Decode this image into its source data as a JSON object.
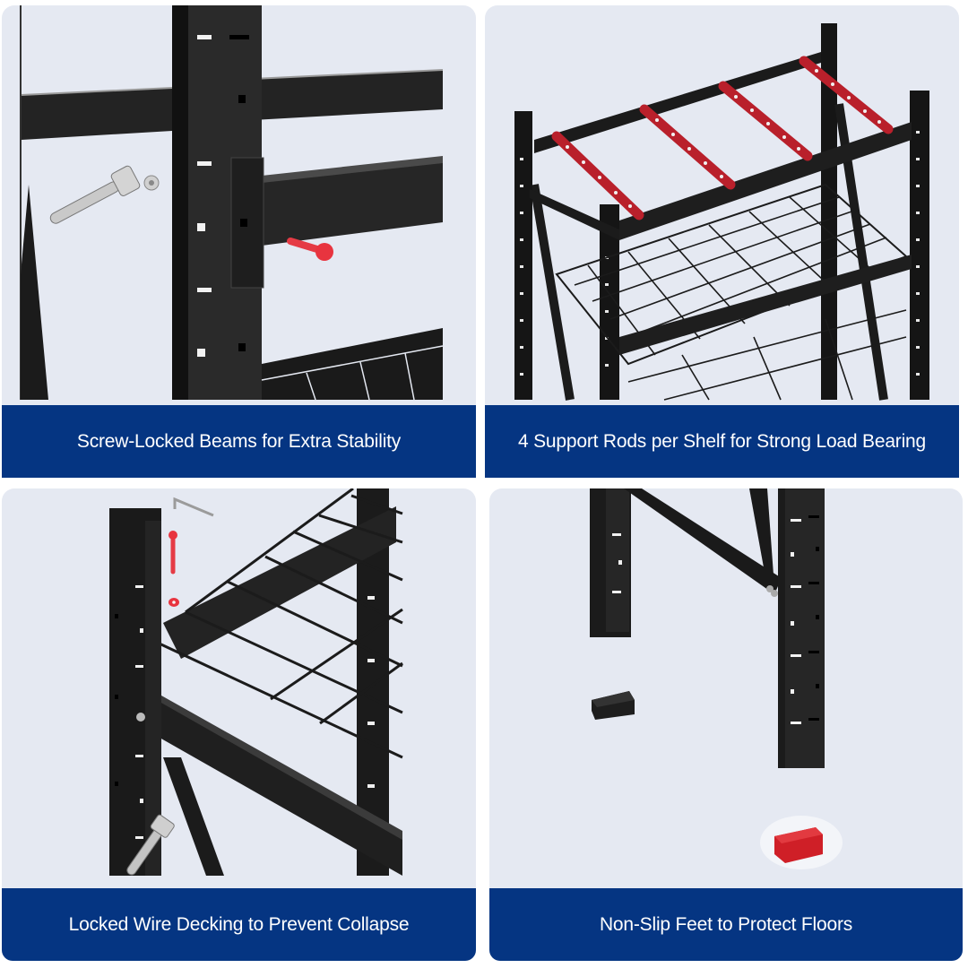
{
  "colors": {
    "panel_background": "#e5e9f2",
    "caption_background": "#053582",
    "caption_text": "#ffffff",
    "frame_black": "#1b1b1b",
    "accent_red": "#d11f2a"
  },
  "cards": [
    {
      "caption": "Screw-Locked Beams for Extra Stability",
      "illustration": "rack-upright-with-beams-wrench-nut-red-bolt"
    },
    {
      "caption": "4 Support Rods per Shelf for Strong Load Bearing",
      "illustration": "rack-top-frame-with-four-red-support-rods-wire-decking"
    },
    {
      "caption": "Locked Wire Decking to Prevent Collapse",
      "illustration": "upright-with-wire-deck-red-bolt-washer-allen-key-wrench"
    },
    {
      "caption": "Non-Slip Feet to Protect Floors",
      "illustration": "rack-legs-with-black-foot-cap-and-red-foot-cap"
    }
  ]
}
